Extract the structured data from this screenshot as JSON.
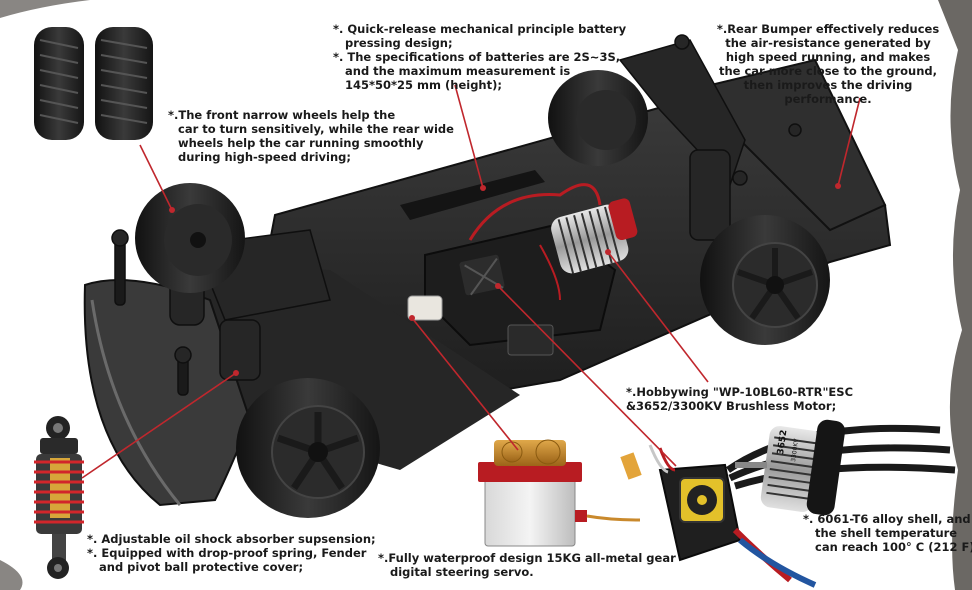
{
  "captions": {
    "battery": [
      "*. Quick-release mechanical principle battery",
      "pressing design;",
      "*. The specifications of batteries are 2S~3S,",
      "and the maximum measurement is",
      "145*50*25 mm (height);"
    ],
    "rear_bumper": [
      "*.Rear Bumper effectively reduces",
      "the air-resistance generated by",
      "high speed running, and makes",
      "the car more close to the ground,",
      "then improves  the driving",
      "performance."
    ],
    "wheels": [
      "*.The front narrow wheels help the",
      "car to turn sensitively, while the rear wide",
      "wheels help the car running smoothly",
      "during high-speed driving;"
    ],
    "esc": [
      "*.Hobbywing \"WP-10BL60-RTR\"ESC",
      "&3652/3300KV Brushless Motor;"
    ],
    "alloy_shell": [
      "*. 6061-T6 alloy shell, and",
      "the shell temperature",
      "can reach 100°  C (212 F);"
    ],
    "shock": [
      "*. Adjustable oil shock absorber supsension;",
      "*. Equipped with drop-proof spring, Fender",
      "and pivot ball protective cover;"
    ],
    "servo": [
      "*.Fully waterproof design 15KG all-metal gear",
      "digital steering servo."
    ]
  },
  "motor_label": "3652",
  "motor_sublabel": "3300KV",
  "colors": {
    "callout_line": "#c0272d",
    "chassis": "#2a2a2a",
    "tire": "#1e1e1e",
    "motor_red": "#b81c22",
    "servo_gold": "#c9892c",
    "fan_yellow": "#e3c12a"
  }
}
